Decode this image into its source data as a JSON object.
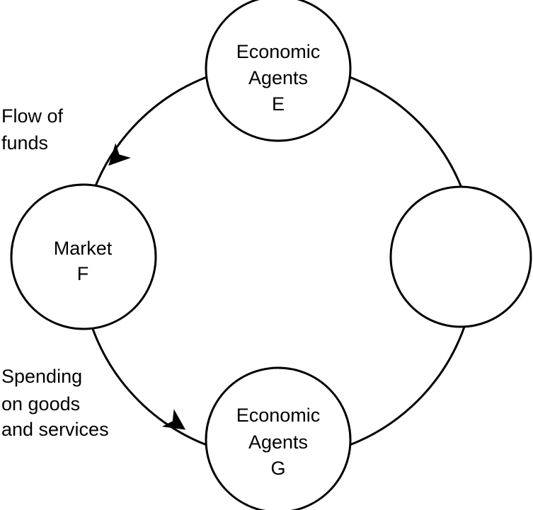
{
  "diagram": {
    "nodes": {
      "top": {
        "line1": "Economic",
        "line2": "Agents",
        "line3": "E"
      },
      "left": {
        "line1": "Market",
        "line2": "F"
      },
      "right": {
        "line1": "",
        "line2": ""
      },
      "bottom": {
        "line1": "Economic",
        "line2": "Agents",
        "line3": "G"
      }
    },
    "flow_labels": {
      "upper_left": {
        "line1": "Flow of",
        "line2": "funds"
      },
      "lower_left": {
        "line1": "Spending",
        "line2": "on goods",
        "line3": "and services"
      }
    }
  }
}
